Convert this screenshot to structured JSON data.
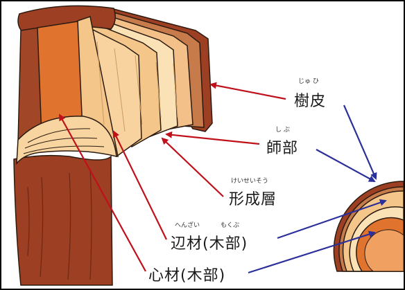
{
  "labels": {
    "bark": {
      "text": "樹皮",
      "reading": "じゅ ひ"
    },
    "phloem": {
      "text": "師部",
      "reading": "し ぶ"
    },
    "cambium": {
      "text": "形成層",
      "reading": "けいせいそう"
    },
    "sapwood": {
      "text": "辺材(木部)",
      "reading_1": "へんざい",
      "reading_2": "もくぶ"
    },
    "heartwood": {
      "text": "心材(木部)"
    }
  },
  "colors": {
    "pointer_red": "#c0101a",
    "pointer_blue": "#2b2f9a",
    "bark": "#9c3f22",
    "bark_dark": "#6e2714",
    "heartwood": "#e0742f",
    "sapwood": "#f5c68a",
    "sapwood_light": "#fbe2b6",
    "outline": "#2a1a10"
  }
}
